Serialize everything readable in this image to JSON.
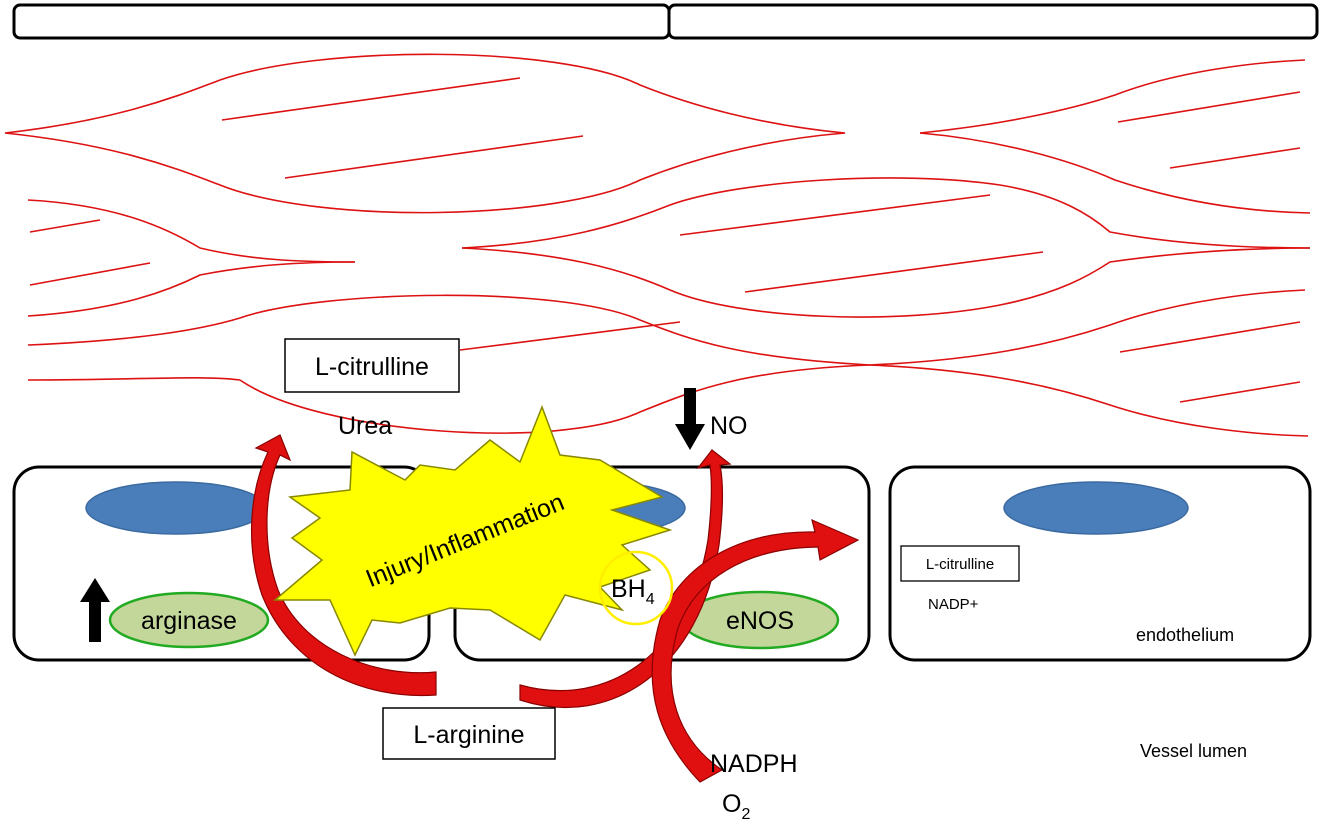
{
  "labels": {
    "l_citrulline_top": "L-citrulline",
    "urea": "Urea",
    "no": "NO",
    "injury": "Injury/Inflammation",
    "bh4_base": "BH",
    "bh4_sub": "4",
    "arginase": "arginase",
    "enos": "eNOS",
    "l_arginine": "L-arginine",
    "nadph": "NADPH",
    "o2_base": "O",
    "o2_sub": "2",
    "l_citrulline_right": "L-citrulline",
    "nadp_plus": "NADP+",
    "endothelium": "endothelium",
    "vessel_lumen": "Vessel lumen"
  },
  "colors": {
    "smooth_muscle": "#dd1111",
    "arrow_red": "#e01010",
    "nucleus": "#4a7ebb",
    "enzyme_fill": "#c4d79b",
    "enzyme_stroke": "#22aa22",
    "starburst_fill": "#ffff00",
    "starburst_stroke": "#999900",
    "bh4_ring": "#ffee00",
    "outline": "#000000"
  }
}
